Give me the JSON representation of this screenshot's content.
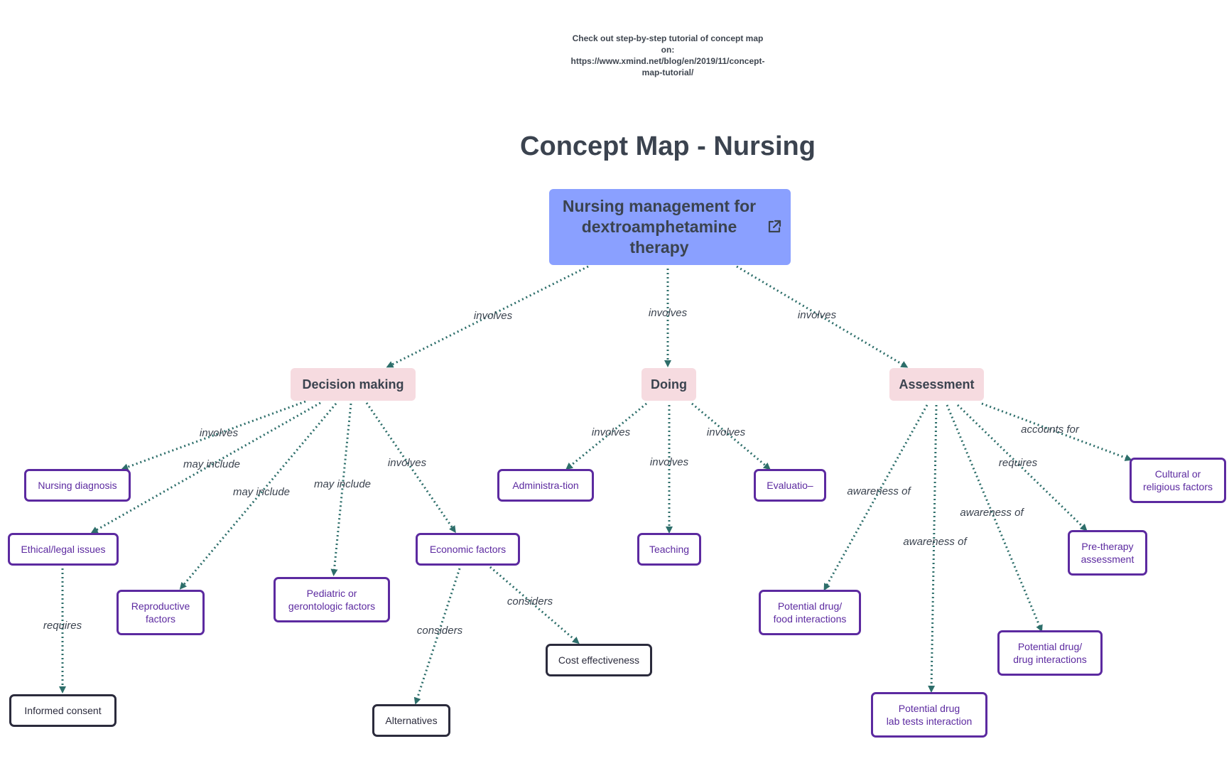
{
  "note": {
    "line1": "Check out step-by-step tutorial of concept map",
    "line2": "on:",
    "line3": "https://www.xmind.net/blog/en/2019/11/concept-",
    "line4": "map-tutorial/"
  },
  "title": "Concept Map - Nursing",
  "root": {
    "line1": "Nursing management for",
    "line2": "dextroamphetamine",
    "line3": "therapy",
    "icon": "external-link-icon"
  },
  "main": {
    "decision": "Decision making",
    "doing": "Doing",
    "assessment": "Assessment"
  },
  "leaves": {
    "nursing_diagnosis": [
      "Nursing diagnosis"
    ],
    "ethical": [
      "Ethical/legal issues"
    ],
    "reproductive": [
      "Reproductive",
      "factors"
    ],
    "pediatric": [
      "Pediatric or",
      "gerontologic factors"
    ],
    "economic": [
      "Economic factors"
    ],
    "informed_consent": [
      "Informed consent"
    ],
    "alternatives": [
      "Alternatives"
    ],
    "cost": [
      "Cost effectiveness"
    ],
    "administration": [
      "Administra-tion"
    ],
    "teaching": [
      "Teaching"
    ],
    "evaluation": [
      "Evaluatio–"
    ],
    "drug_food": [
      "Potential drug/",
      "food interactions"
    ],
    "drug_lab": [
      "Potential drug",
      "lab tests interaction"
    ],
    "drug_drug": [
      "Potential drug/",
      "drug interactions"
    ],
    "pretherapy": [
      "Pre-therapy",
      "assessment"
    ],
    "cultural": [
      "Cultural or",
      "religious factors"
    ]
  },
  "edge_labels": {
    "root_decision": "involves",
    "root_doing": "involves",
    "root_assessment": "involves",
    "dm_nursing": "involves",
    "dm_ethical": "may include",
    "dm_reproductive": "may include",
    "dm_pediatric": "may include",
    "dm_economic": "involves",
    "ethical_consent": "requires",
    "econ_alternatives": "considers",
    "econ_cost": "considers",
    "doing_admin": "involves",
    "doing_teaching": "involves",
    "doing_eval": "involves",
    "as_food": "awareness of",
    "as_lab": "awareness of",
    "as_drug": "awareness of",
    "as_pre": "requires",
    "as_cultural": "accounts for"
  },
  "colors": {
    "root_fill": "#8aa0ff",
    "main_fill": "#f6dbe0",
    "leaf_border": "#5c2aa0",
    "leaf_dark_border": "#2b2b3c",
    "edge": "#2d6e6a",
    "text": "#3b434f"
  }
}
